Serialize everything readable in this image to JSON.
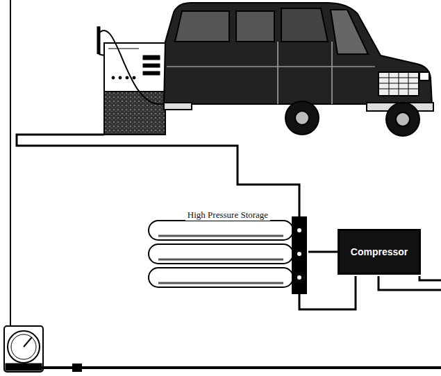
{
  "diagram": {
    "nodes": [
      {
        "text": [
          "High Pressure Storage"
        ]
      },
      {
        "text": [
          "Compressor"
        ]
      }
    ],
    "edges": [
      {
        "from": 1,
        "to": 0,
        "arrow": "none"
      }
    ]
  }
}
